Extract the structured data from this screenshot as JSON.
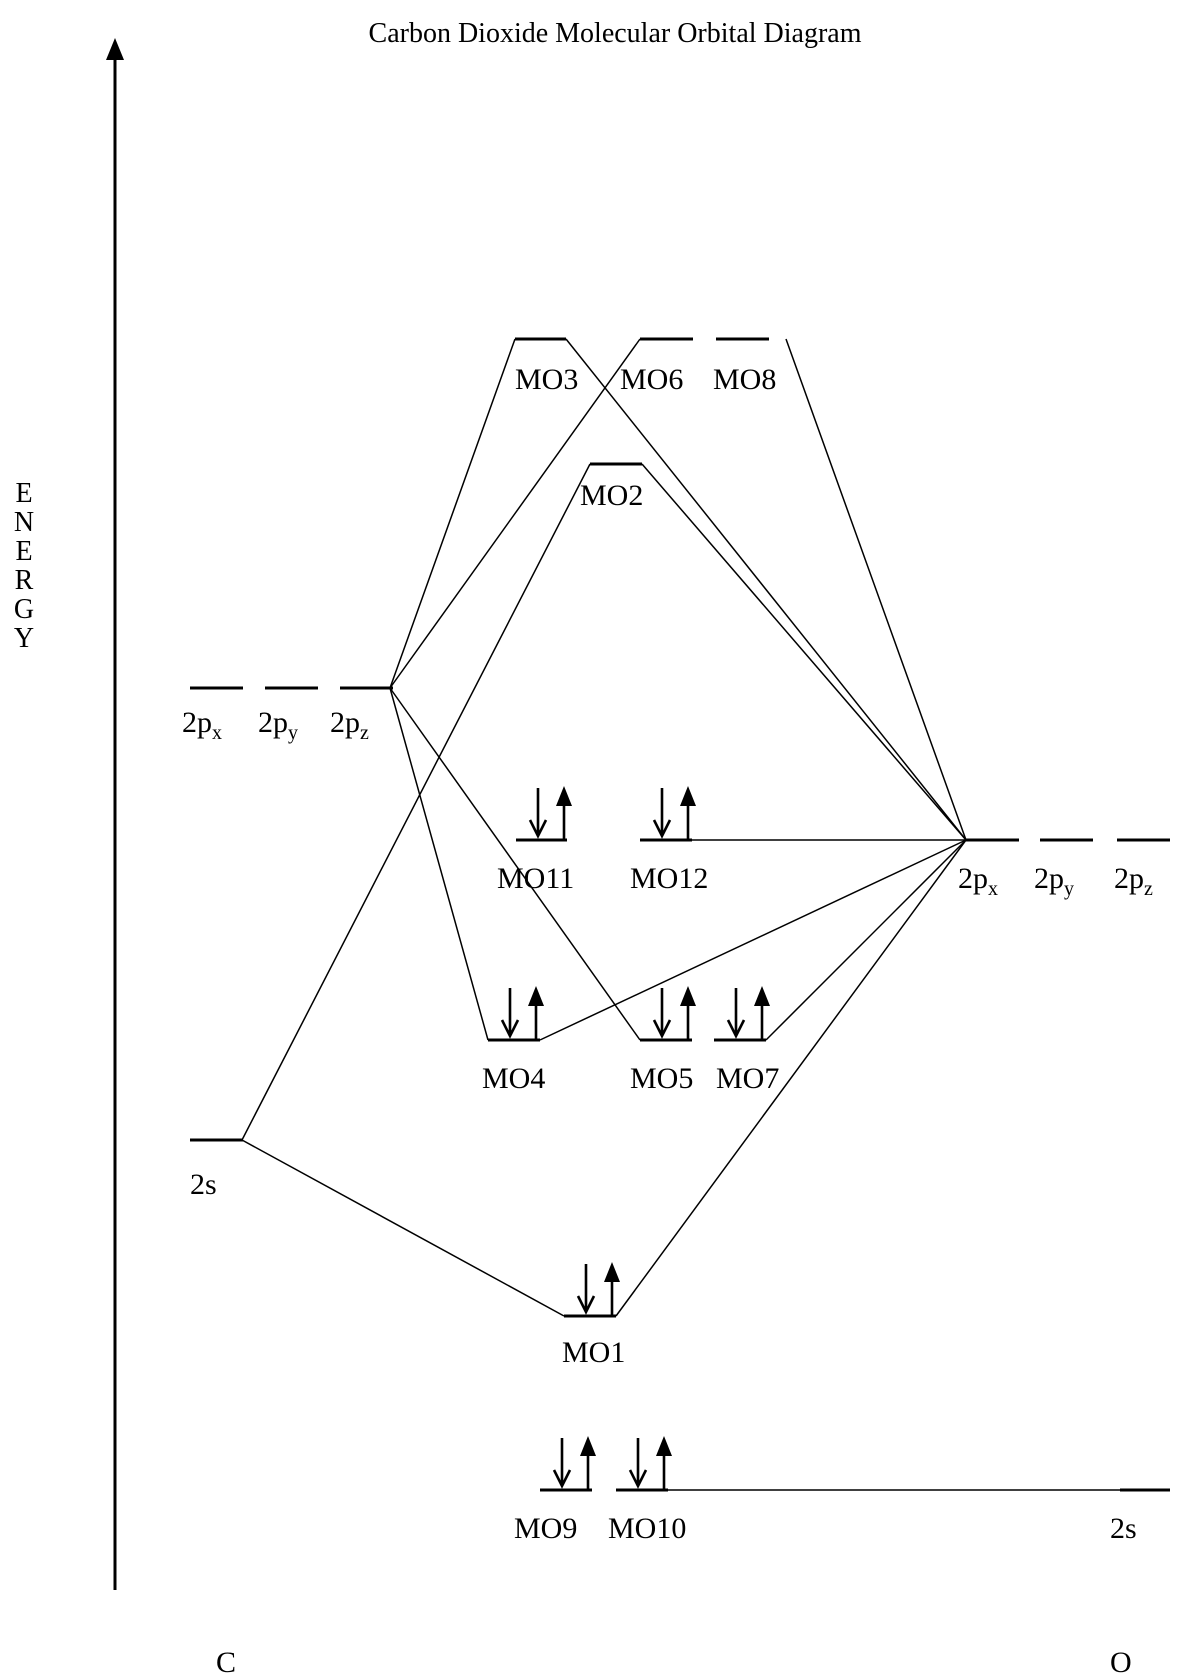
{
  "title": "Carbon Dioxide Molecular Orbital Diagram",
  "axis": {
    "label": "ENERGY"
  },
  "atoms": {
    "left": "C",
    "right": "O"
  },
  "carbon": {
    "p_orbitals": [
      {
        "base": "2p",
        "sub": "x"
      },
      {
        "base": "2p",
        "sub": "y"
      },
      {
        "base": "2p",
        "sub": "z"
      }
    ],
    "s_label": "2s"
  },
  "oxygen": {
    "p_orbitals": [
      {
        "base": "2p",
        "sub": "x"
      },
      {
        "base": "2p",
        "sub": "y"
      },
      {
        "base": "2p",
        "sub": "z"
      }
    ],
    "s_label": "2s"
  },
  "molecular_orbitals": {
    "MO1": {
      "label": "MO1",
      "electrons": 2
    },
    "MO2": {
      "label": "MO2",
      "electrons": 0
    },
    "MO3": {
      "label": "MO3",
      "electrons": 0
    },
    "MO4": {
      "label": "MO4",
      "electrons": 2
    },
    "MO5": {
      "label": "MO5",
      "electrons": 2
    },
    "MO6": {
      "label": "MO6",
      "electrons": 0
    },
    "MO7": {
      "label": "MO7",
      "electrons": 2
    },
    "MO8": {
      "label": "MO8",
      "electrons": 0
    },
    "MO9": {
      "label": "MO9",
      "electrons": 2
    },
    "MO10": {
      "label": "MO10",
      "electrons": 2
    },
    "MO11": {
      "label": "MO11",
      "electrons": 2
    },
    "MO12": {
      "label": "MO12",
      "electrons": 2
    }
  }
}
